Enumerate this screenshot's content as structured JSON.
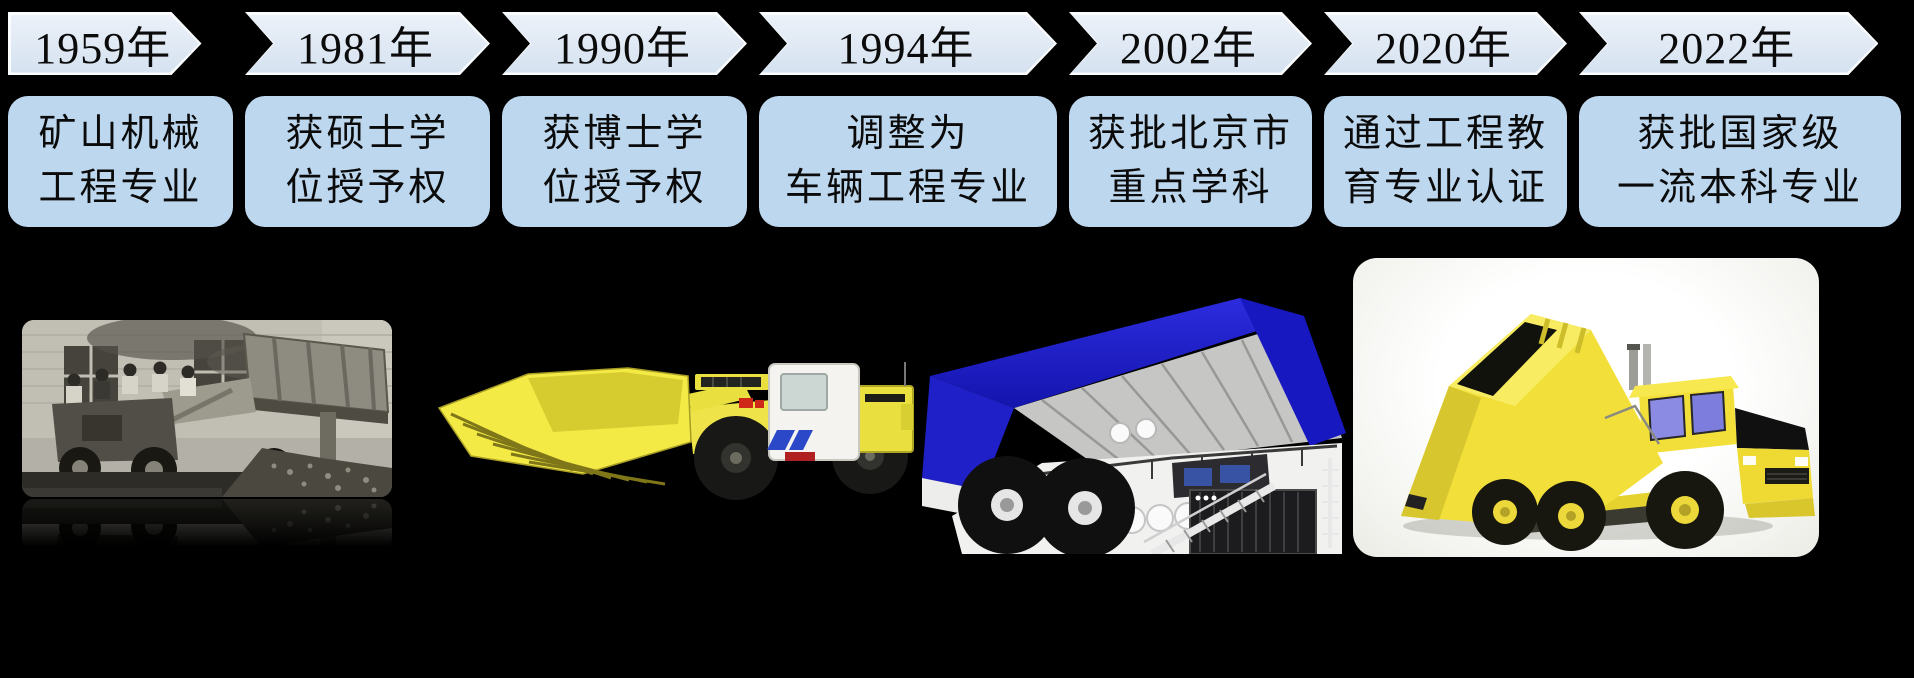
{
  "timeline": {
    "items": [
      {
        "year": "1959年",
        "desc": "矿山机械\n工程专业"
      },
      {
        "year": "1981年",
        "desc": "获硕士学\n位授予权"
      },
      {
        "year": "1990年",
        "desc": "获博士学\n位授予权"
      },
      {
        "year": "1994年",
        "desc": "调整为\n车辆工程专业"
      },
      {
        "year": "2002年",
        "desc": "获批北京市\n重点学科"
      },
      {
        "year": "2020年",
        "desc": "通过工程教\n育专业认证"
      },
      {
        "year": "2022年",
        "desc": "获批国家级\n一流本科专业"
      }
    ]
  },
  "images": [
    {
      "alt": "黑白历史照片：早期矿山装载机与人员"
    },
    {
      "alt": "黄色地下铲运机"
    },
    {
      "alt": "蓝白色矿用自卸卡车"
    },
    {
      "alt": "黄色铰接式自卸卡车（白色底图，车斗举升）"
    }
  ],
  "palette": {
    "background": "#000000",
    "banner-top": "#ecf1f9",
    "banner-bottom": "#d5e2f0",
    "banner-outline": "#fafcfe",
    "box-fill": "#bdd7ee",
    "text": "#0b0b0b",
    "truck-blue": "#1e1ecd",
    "machine-yellow": "#f2e84a",
    "card-bg": "#ecece6"
  }
}
